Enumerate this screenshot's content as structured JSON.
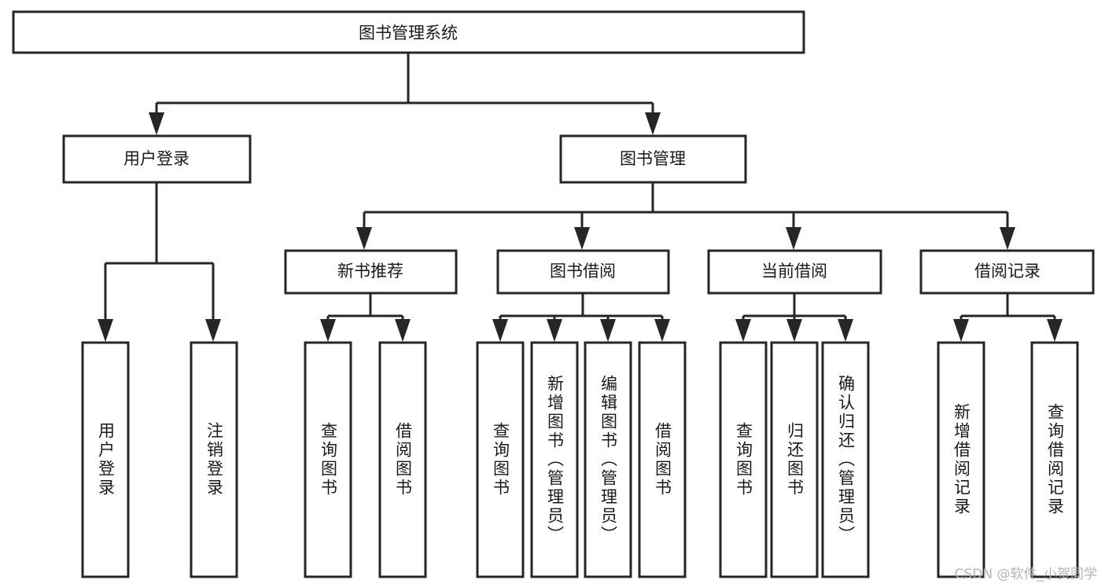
{
  "diagram": {
    "title": "图书管理系统",
    "type": "tree",
    "watermark": "CSDN @软件_小贺同学",
    "colors": {
      "stroke": "#262626",
      "fill": "#ffffff",
      "text": "#1a1a1a",
      "watermark": "#b3b3b3"
    },
    "root": {
      "label": "图书管理系统"
    },
    "level2": [
      {
        "label": "用户登录"
      },
      {
        "label": "图书管理"
      }
    ],
    "level3": [
      {
        "label": "新书推荐"
      },
      {
        "label": "图书借阅"
      },
      {
        "label": "当前借阅"
      },
      {
        "label": "借阅记录"
      }
    ],
    "leaves": {
      "user_login": [
        {
          "label": "用户登录"
        },
        {
          "label": "注销登录"
        }
      ],
      "new_book": [
        {
          "label": "查询图书"
        },
        {
          "label": "借阅图书"
        }
      ],
      "book_borrow": [
        {
          "label": "查询图书"
        },
        {
          "label": "新增图书（管理员）"
        },
        {
          "label": "编辑图书（管理员）"
        },
        {
          "label": "借阅图书"
        }
      ],
      "current_borrow": [
        {
          "label": "查询图书"
        },
        {
          "label": "归还图书"
        },
        {
          "label": "确认归还（管理员）"
        }
      ],
      "borrow_record": [
        {
          "label": "新增借阅记录"
        },
        {
          "label": "查询借阅记录"
        }
      ]
    }
  }
}
